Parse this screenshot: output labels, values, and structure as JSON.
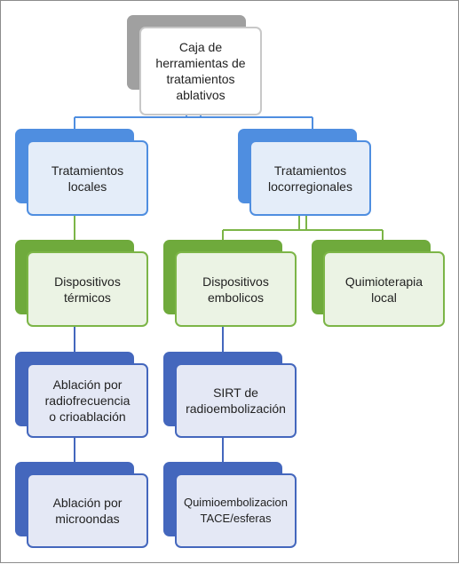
{
  "nodes": {
    "root": "Caja de\nherramientas de\ntratamientos\nablativos",
    "local": "Tratamientos\nlocales",
    "locoregional": "Tratamientos\nlocorregionales",
    "thermal": "Dispositivos\ntérmicos",
    "embolic": "Dispositivos\nembolicos",
    "chemo_local": "Quimioterapia\nlocal",
    "rfa": "Ablación por\nradiofrecuencia\no crioablación",
    "microwave": "Ablación por\nmicroondas",
    "sirt": "SIRT de\nradioembolización",
    "tace": "Quimioembolizacion\nTACE/esferas"
  },
  "colors": {
    "root": "#a0a0a0",
    "level1": "#4f8ee0",
    "level2": "#6faa3c",
    "level3": "#4467bd"
  }
}
